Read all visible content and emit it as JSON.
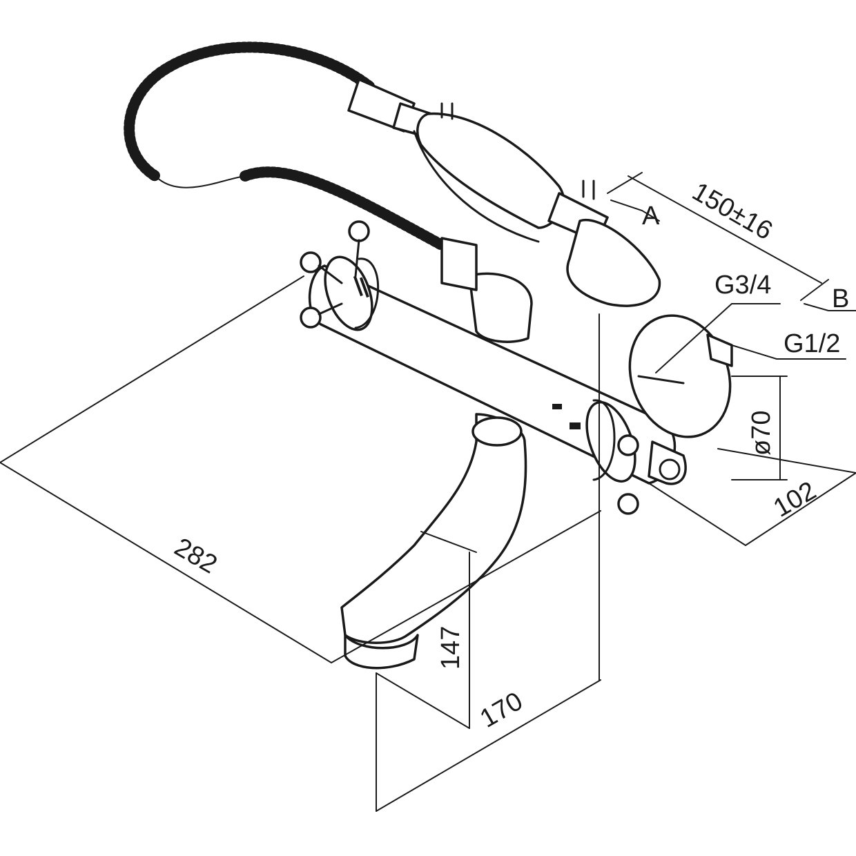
{
  "dimensions": {
    "length": "282",
    "spout_height": "147",
    "spout_depth": "170",
    "center_distance": "150±16",
    "wall_depth": "102",
    "flange_diameter": "ø70"
  },
  "connections": {
    "outlet_thread": "G3/4",
    "inlet_thread": "G1/2"
  },
  "markers": {
    "a": "A",
    "b": "B"
  },
  "colors": {
    "stroke": "#1a1a1a",
    "background": "#ffffff"
  }
}
